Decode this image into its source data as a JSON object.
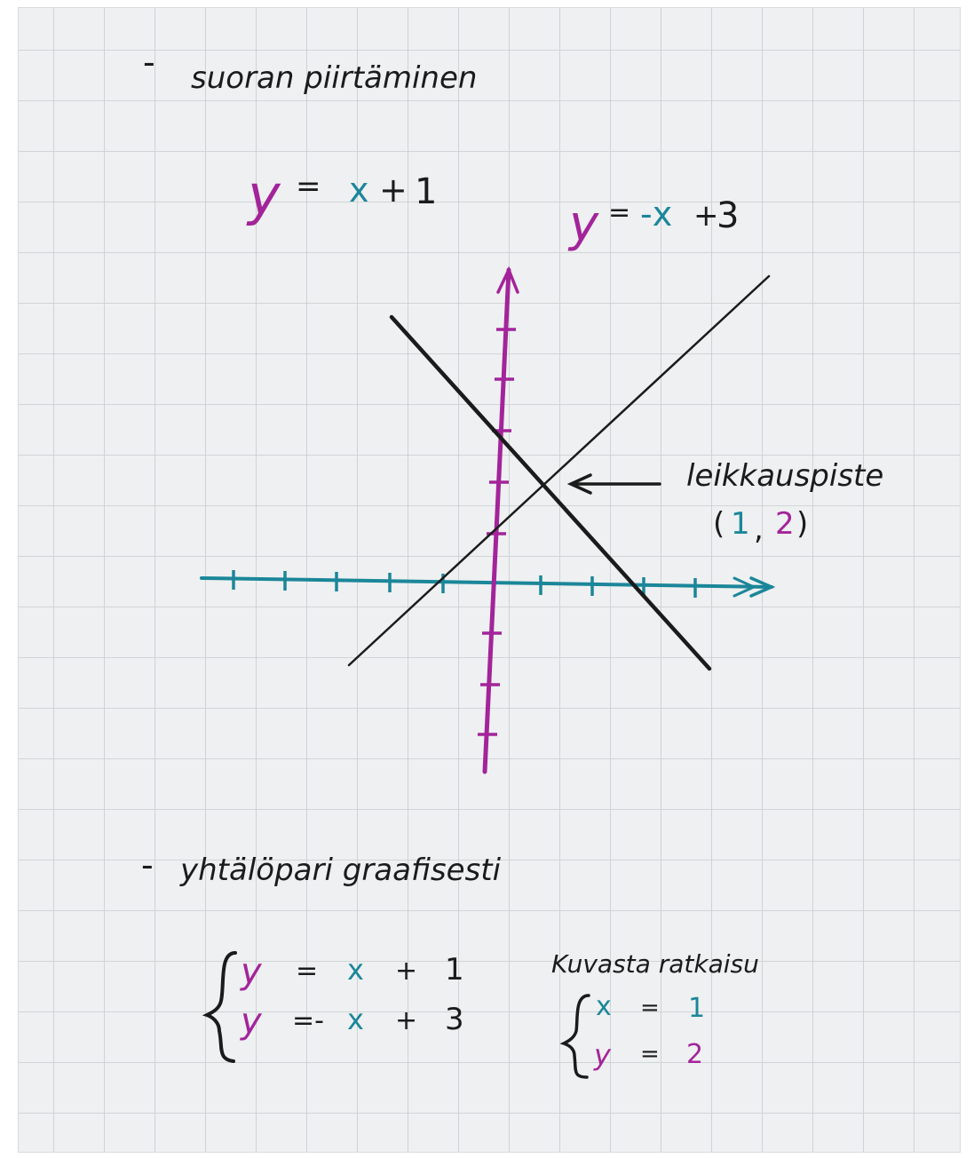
{
  "headings": {
    "dash": "-",
    "line_drawing": "suoran piirtäminen",
    "system_graphically": "yhtälöpari graafisesti"
  },
  "equations": {
    "eq1": {
      "y": "y",
      "eq": "=",
      "x": "x",
      "op": "+",
      "c": "1"
    },
    "eq2": {
      "y": "y",
      "eq": "=",
      "x": "-x",
      "op": "+",
      "c": "3"
    }
  },
  "graph": {
    "intersection_label": "leikkauspiste",
    "intersection_open": "(",
    "intersection_x": "1",
    "intersection_sep": ",",
    "intersection_y": "2",
    "intersection_close": ")"
  },
  "system": {
    "row1": {
      "y": "y",
      "eq": "=",
      "x": "x",
      "op": "+",
      "c": "1"
    },
    "row2": {
      "y": "y",
      "eq": "=-",
      "x": "x",
      "op": "+",
      "c": "3"
    }
  },
  "solution": {
    "title": "Kuvasta ratkaisu",
    "row1": {
      "var": "x",
      "eq": "=",
      "val": "1"
    },
    "row2": {
      "var": "y",
      "eq": "=",
      "val": "2"
    }
  },
  "colors": {
    "paper": "#eef0f1",
    "grid": "#c9ccd0",
    "ink": "#1b1b1b",
    "purple": "#a3249a",
    "teal": "#1b8699"
  }
}
